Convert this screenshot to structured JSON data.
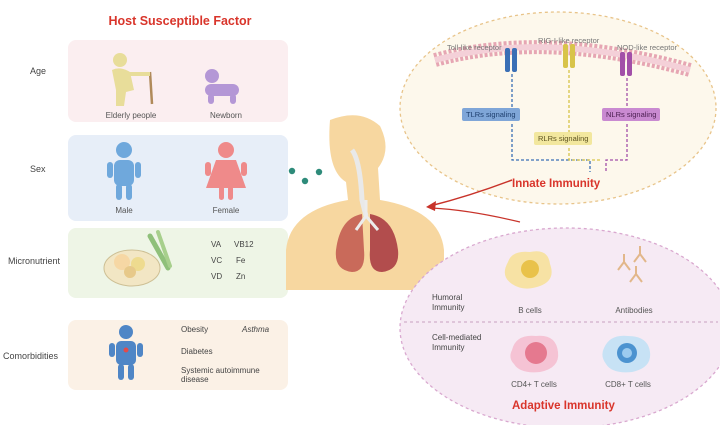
{
  "host": {
    "title": "Host Susceptible Factor",
    "rows": {
      "age": "Age",
      "sex": "Sex",
      "micronutrient": "Micronutrient",
      "comorbidities": "Comorbidities"
    },
    "age_items": {
      "elderly": "Elderly people",
      "newborn": "Newborn"
    },
    "sex_items": {
      "male": "Male",
      "female": "Female"
    },
    "nutrients": {
      "va": "VA",
      "vb12": "VB12",
      "vc": "VC",
      "fe": "Fe",
      "vd": "VD",
      "zn": "Zn"
    },
    "comorbidity_items": {
      "obesity": "Obesity",
      "asthma": "Asthma",
      "diabetes": "Diabetes",
      "systemic": "Systemic autoimmune disease"
    }
  },
  "innate": {
    "title": "Innate Immunity",
    "receptors": {
      "toll": "Toll-like receptor",
      "rig": "RIG-I-like receptor",
      "nod": "NOD-like receptor"
    },
    "signaling": {
      "tlr": "TLRs signaling",
      "rlr": "RLRs signaling",
      "nlr": "NLRs signaling"
    }
  },
  "adaptive": {
    "title": "Adaptive Immunity",
    "humoral": "Humoral Immunity",
    "cell_mediated": "Cell-mediated Immunity",
    "b_cells": "B cells",
    "antibodies": "Antibodies",
    "cd4": "CD4+ T cells",
    "cd8": "CD8+ T cells"
  },
  "colors": {
    "accent_red": "#d9352b",
    "tlr_blue": "#3a6fb5",
    "rlr_yellow": "#d8c44a",
    "nlr_purple": "#a24fa8",
    "body_tan": "#f7d7a0"
  }
}
